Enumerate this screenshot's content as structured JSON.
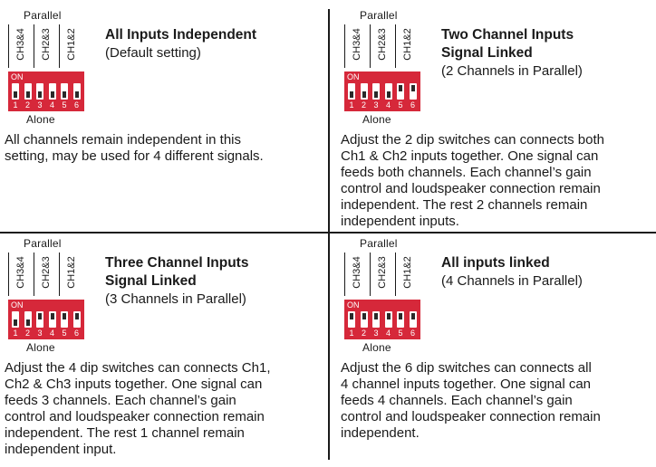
{
  "colors": {
    "dip_body": "#d6283a",
    "text": "#1a1a1a"
  },
  "common": {
    "parallel": "Parallel",
    "alone": "Alone",
    "on": "ON",
    "channels": [
      "CH3&4",
      "CH2&3",
      "CH1&2"
    ],
    "switch_numbers": [
      "1",
      "2",
      "3",
      "4",
      "5",
      "6"
    ]
  },
  "panels": [
    {
      "title_line1": "All Inputs Independent",
      "title_line2": "",
      "subtitle": "(Default setting)",
      "desc_lines": [
        "All channels remain independent in this",
        "setting, may be used for 4 different signals."
      ],
      "switch_states": [
        "off",
        "off",
        "off",
        "off",
        "off",
        "off"
      ]
    },
    {
      "title_line1": "Two Channel Inputs",
      "title_line2": "Signal Linked",
      "subtitle": "(2 Channels in Parallel)",
      "desc_lines": [
        "Adjust the 2 dip switches can connects both",
        "Ch1 & Ch2 inputs together. One signal can",
        "feeds both channels. Each channel’s gain",
        "control and loudspeaker connection remain",
        "independent. The rest 2 channels remain",
        "independent inputs."
      ],
      "switch_states": [
        "off",
        "off",
        "off",
        "off",
        "on",
        "on"
      ]
    },
    {
      "title_line1": "Three Channel Inputs",
      "title_line2": "Signal Linked",
      "subtitle": "(3 Channels in Parallel)",
      "desc_lines": [
        "Adjust the 4 dip switches can connects Ch1,",
        "Ch2 & Ch3 inputs together. One signal can",
        "feeds 3 channels. Each channel’s gain",
        "control and loudspeaker connection remain",
        "independent. The rest 1 channel remain",
        "independent input."
      ],
      "switch_states": [
        "off",
        "off",
        "on",
        "on",
        "on",
        "on"
      ]
    },
    {
      "title_line1": "All inputs linked",
      "title_line2": "",
      "subtitle": "(4 Channels in Parallel)",
      "desc_lines": [
        "Adjust the 6 dip switches can connects all",
        "4 channel inputs together. One signal can",
        "feeds 4 channels. Each channel’s gain",
        "control and loudspeaker connection remain",
        "independent."
      ],
      "switch_states": [
        "on",
        "on",
        "on",
        "on",
        "on",
        "on"
      ]
    }
  ]
}
